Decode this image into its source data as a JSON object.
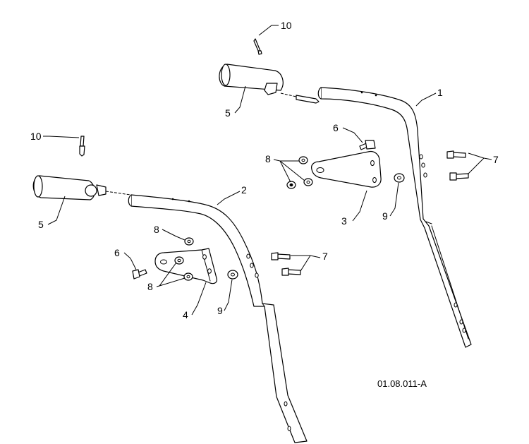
{
  "callouts": {
    "handle_upper": "1",
    "handle_lower": "2",
    "bracket_right": "3",
    "bracket_left": "4",
    "grip_top": "5",
    "grip_left": "5",
    "bolt_top": "6",
    "bolt_left": "6",
    "bolts_right_top": "7",
    "bolts_right_bottom": "7",
    "nuts_top": "8",
    "nut_left_upper": "8",
    "nuts_left_lower": "8",
    "washer_right": "9",
    "washer_left": "9",
    "pin_top": "10",
    "pin_left": "10"
  },
  "figure_reference": "01.08.011-A"
}
